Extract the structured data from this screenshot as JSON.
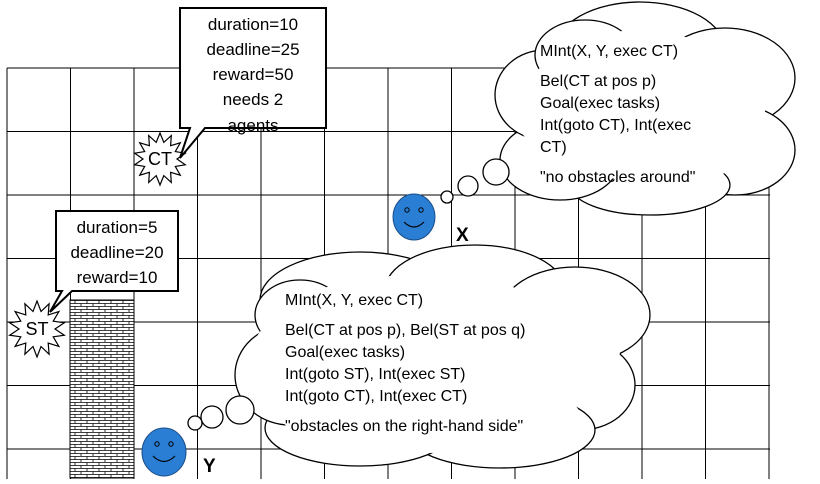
{
  "task_ct": {
    "label": "CT",
    "info": [
      "duration=10",
      "deadline=25",
      "reward=50",
      "needs 2",
      "agents"
    ]
  },
  "task_st": {
    "label": "ST",
    "info": [
      "duration=5",
      "deadline=20",
      "reward=10"
    ]
  },
  "agent_x": {
    "name": "X",
    "color": "#2a7fd4",
    "thought": [
      "MInt(X, Y, exec CT)",
      "Bel(CT at pos p)",
      "Goal(exec tasks)",
      "Int(goto CT), Int(exec",
      "CT)",
      "\"no obstacles around\""
    ]
  },
  "agent_y": {
    "name": "Y",
    "color": "#2a7fd4",
    "thought": [
      "MInt(X, Y, exec CT)",
      "Bel(CT at pos p), Bel(ST at pos q)",
      "Goal(exec tasks)",
      "Int(goto ST), Int(exec ST)",
      "Int(goto CT), Int(exec CT)",
      "\"obstacles on the right-hand side\""
    ]
  }
}
